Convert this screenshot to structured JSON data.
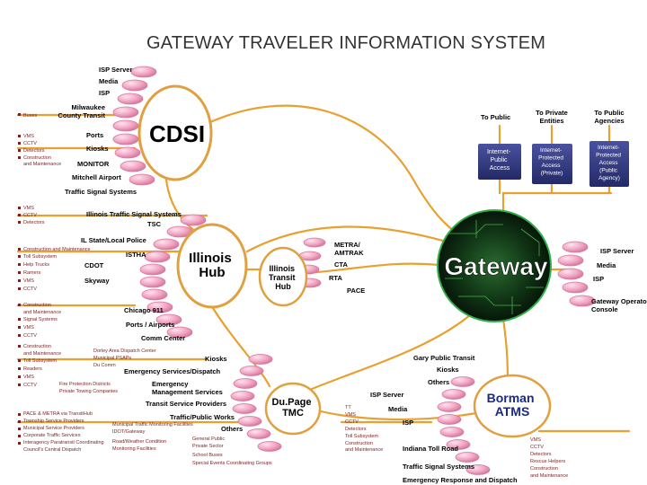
{
  "title": "GATEWAY TRAVELER INFORMATION SYSTEM",
  "colors": {
    "wire": "#e8a030",
    "bead": "#f2a6c4",
    "bead_edge": "#d67aa0",
    "hub_edge": "#e0a040",
    "hub_fill": "#ffffff",
    "dark_box": "#333a80",
    "gateway_bg": "#0d1f0d",
    "gateway_glow": "#2fae4a",
    "bullet": "#7a1f1f",
    "text": "#000000",
    "title_text": "#333333"
  },
  "hubs": {
    "cdsi": "CDSI",
    "illinois_hub": "Illinois Hub",
    "illinois_transit_hub": "Illinois Transit Hub",
    "gateway": "Gateway",
    "dupage": "Du.Page TMC",
    "borman": "Borman ATMS"
  },
  "cdsi_nodes": {
    "isp_server": "ISP Server",
    "media": "Media",
    "isp": "ISP",
    "milwaukee": "Milwaukee County Transit",
    "ports": "Ports",
    "kiosks": "Kiosks",
    "monitor": "MONITOR",
    "mitchell": "Mitchell Airport",
    "traffic_signal": "Traffic Signal Systems"
  },
  "cdsi_left": {
    "buses": "Buses",
    "group": [
      "VMS",
      "CCTV",
      "Detectors",
      "Construction",
      "and Maintenance"
    ]
  },
  "right_top": {
    "to_public": "To Public",
    "to_private": "To Private Entities",
    "to_agencies": "To Public Agencies",
    "box1": "Internet-Public Access",
    "box2": "Internet-Protected Access (Private)",
    "box3": "Internet-Protected Access (Public Agency)"
  },
  "illinois_nodes": {
    "itss": "Illinois Traffic Signal Systems",
    "tsc": "TSC",
    "state_police": "IL State/Local Police",
    "istha": "ISTHA",
    "cdot": "CDOT",
    "skyway": "Skyway",
    "chicago911": "Chicago 911",
    "ports_airports": "Ports / Airports",
    "comm_center": "Comm Center"
  },
  "illinois_left": {
    "g1": [
      "VMS",
      "CCTV",
      "Detectors"
    ],
    "g2": [
      "Construction and Maintenance",
      "Toll Subsystem",
      "Help Trucks",
      "Ramers",
      "VMS",
      "CCTV"
    ],
    "g3": [
      "Construction",
      "and Maintenance",
      "Signal Systems",
      "VMS",
      "CCTV"
    ],
    "g4": [
      "Construction",
      "and Maintenance",
      "Toll Subsystem",
      "Readers",
      "VMS",
      "CCTV"
    ]
  },
  "transit_nodes": {
    "metra": "METRA/ AMTRAK",
    "cta": "CTA",
    "rta": "RTA",
    "pace": "PACE"
  },
  "gateway_right": {
    "isp_server": "ISP Server",
    "media": "Media",
    "isp": "ISP",
    "operator": "Gateway Operator Console"
  },
  "middle": {
    "dispatch_list": [
      "Dorley Area Dispatch Center",
      "Municipal PSAPs",
      "Du Comm"
    ],
    "kiosks": "Kiosks",
    "emergency_dispatch": "Emergency Services/Dispatch",
    "fire_list": [
      "Fire Protection Districts",
      "Private Towing Companies"
    ],
    "emergency_mgmt": "Emergency Management Services",
    "transit_providers": "Transit Service Providers",
    "traffic_works": "Traffic/Public Works",
    "others": "Others"
  },
  "bottom_left": [
    "PACE & METRA via TransitHub",
    "Township Service Providers",
    "Municipal Service Providers",
    "Corporate Traffic Services",
    "Interagency Paratransit Coordinating",
    "Council's Central Dispatch"
  ],
  "bottom_mid": [
    "Municipal Traffic Monitoring Facilities",
    "IDOT/Gateway",
    "Road/Weather Condition",
    "Monitoring Facilities"
  ],
  "bottom_mid2": [
    "General Public",
    "Private Sector",
    "School Buses",
    "Special Events Coordinating Groups"
  ],
  "borman_nodes": {
    "gary": "Gary Public Transit",
    "kiosks": "Kiosks",
    "others": "Others",
    "isp_server": "ISP Server",
    "media": "Media",
    "isp": "ISP",
    "toll_road": "Indiana Toll Road",
    "traffic_signal": "Traffic Signal Systems",
    "emergency": "Emergency Response and Dispatch"
  },
  "borman_left": [
    "TT",
    "VMS",
    "CCTV",
    "Detectors",
    "Toll Subsystem",
    "Construction",
    "and Maintenance"
  ],
  "borman_right": [
    "VMS",
    "CCTV",
    "Detectors",
    "Rescue Helpers",
    "Construction",
    "and Maintenance"
  ]
}
